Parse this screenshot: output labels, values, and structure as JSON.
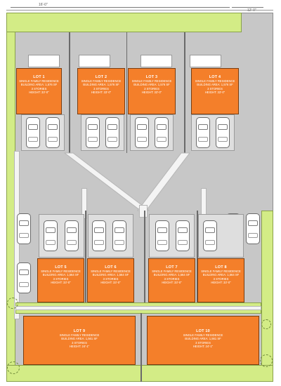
{
  "dimensions": {
    "top_left": "16'-0\"",
    "top_right": "12'-0\""
  },
  "lots": [
    {
      "id": "lot1",
      "title": "LOT 1",
      "type": "SINGLE FAMILY RESIDENCE",
      "area": "BUILDING AREA: 1,576 SF",
      "stories": "3 STORIES",
      "height": "HEIGHT: 33'-0\""
    },
    {
      "id": "lot2",
      "title": "LOT 2",
      "type": "SINGLE FAMILY RESIDENCE",
      "area": "BUILDING AREA: 1,576 SF",
      "stories": "3 STORIES",
      "height": "HEIGHT: 33'-0\""
    },
    {
      "id": "lot3",
      "title": "LOT 3",
      "type": "SINGLE FAMILY RESIDENCE",
      "area": "BUILDING AREA: 1,576 SF",
      "stories": "3 STORIES",
      "height": "HEIGHT: 33'-0\""
    },
    {
      "id": "lot4",
      "title": "LOT 4",
      "type": "SINGLE FAMILY RESIDENCE",
      "area": "BUILDING AREA: 1,576 SF",
      "stories": "3 STORIES",
      "height": "HEIGHT: 33'-0\""
    },
    {
      "id": "lot5",
      "title": "LOT 5",
      "type": "SINGLE FAMILY RESIDENCE",
      "area": "BUILDING AREA: 1,564 SF",
      "stories": "3 STORIES",
      "height": "HEIGHT: 33'-0\""
    },
    {
      "id": "lot6",
      "title": "LOT 6",
      "type": "SINGLE FAMILY RESIDENCE",
      "area": "BUILDING AREA: 1,564 SF",
      "stories": "3 STORIES",
      "height": "HEIGHT: 33'-0\""
    },
    {
      "id": "lot7",
      "title": "LOT 7",
      "type": "SINGLE FAMILY RESIDENCE",
      "area": "BUILDING AREA: 1,564 SF",
      "stories": "3 STORIES",
      "height": "HEIGHT: 33'-0\""
    },
    {
      "id": "lot8",
      "title": "LOT 8",
      "type": "SINGLE FAMILY RESIDENCE",
      "area": "BUILDING AREA: 1,564 SF",
      "stories": "3 STORIES",
      "height": "HEIGHT: 33'-0\""
    },
    {
      "id": "lot9",
      "title": "LOT 9",
      "type": "SINGLE FAMILY RESIDENCE",
      "area": "BUILDING AREA: 1,561 SF",
      "stories": "3 STORIES",
      "height": "HEIGHT: 24'-1\""
    },
    {
      "id": "lot10",
      "title": "LOT 10",
      "type": "SINGLE FAMILY RESIDENCE",
      "area": "BUILDING AREA: 1,561 SF",
      "stories": "3 STORIES",
      "height": "HEIGHT: 24'-1\""
    }
  ],
  "colors": {
    "lot": "#f47f2a",
    "landscape": "#d3ec86",
    "paving": "#c7c7c7"
  }
}
